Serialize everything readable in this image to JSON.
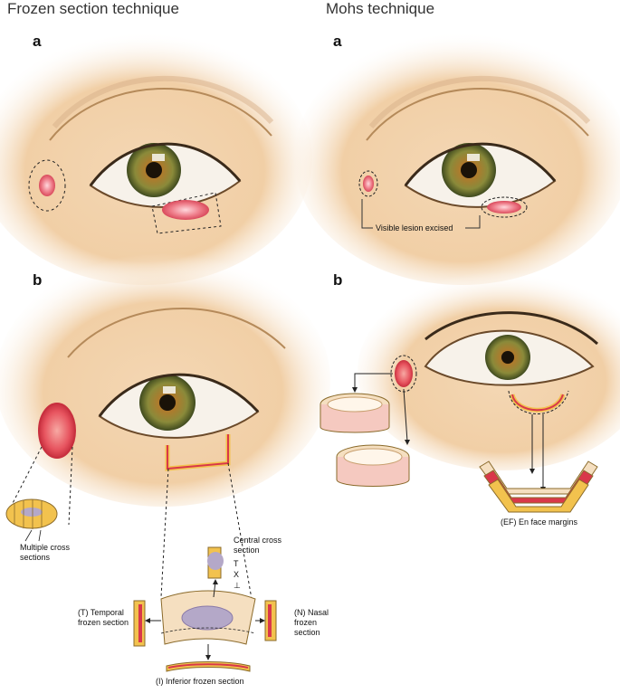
{
  "columns": {
    "left_title": "Frozen section technique",
    "right_title": "Mohs technique"
  },
  "panels": {
    "left_a": "a",
    "right_a": "a",
    "left_b": "b",
    "right_b": "b"
  },
  "labels": {
    "visible_lesion": "Visible lesion excised",
    "multiple_cross": "Multiple cross sections",
    "central": "Central cross section",
    "central_t": "T",
    "central_x": "X",
    "central_perp": "⊥",
    "temporal": "(T) Temporal frozen section",
    "nasal": "(N) Nasal frozen section",
    "inferior": "(I) Inferior frozen section",
    "en_face": "(EF) En face margins"
  },
  "colors": {
    "skin": "#f1cfa6",
    "skin_edge": "#e6b487",
    "lesion": "#e25a68",
    "iris": "#8a6a2a",
    "tissue_yellow": "#f2c24e",
    "tissue_red": "#d9384a",
    "dashed": "#222222"
  }
}
